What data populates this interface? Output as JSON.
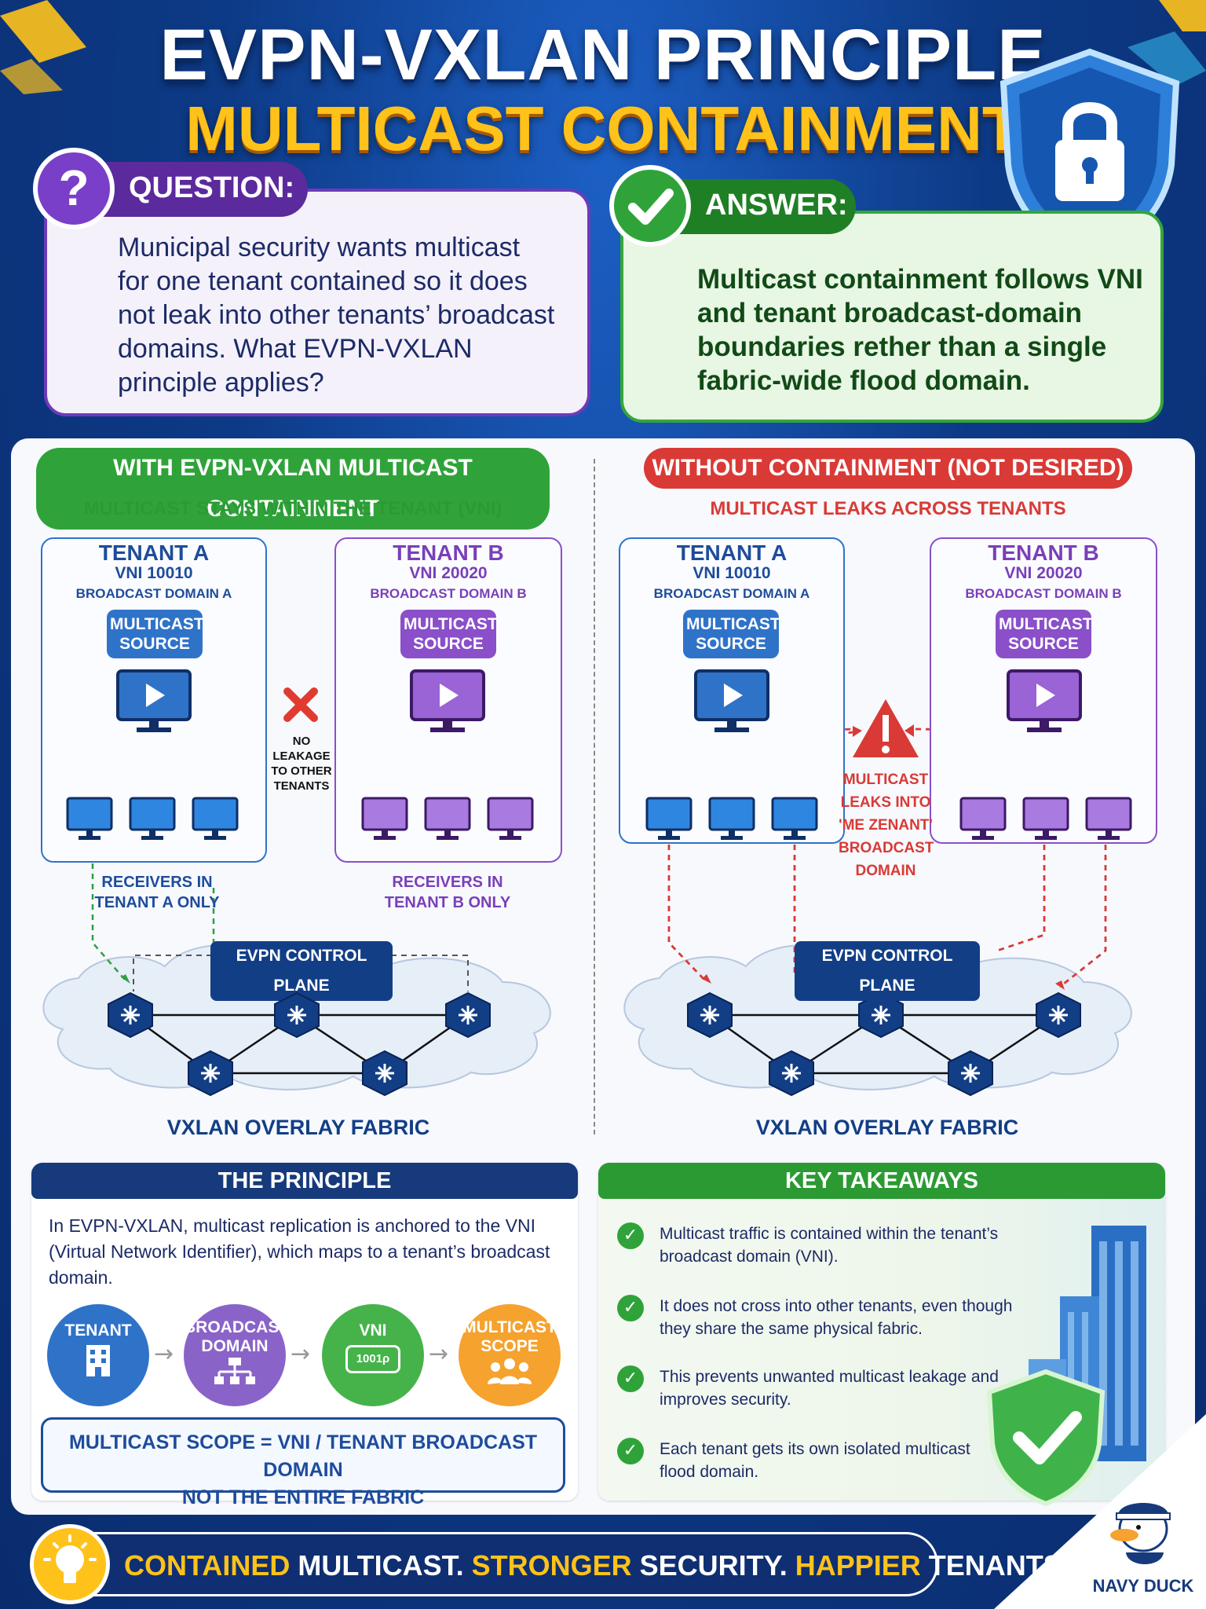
{
  "header": {
    "title": "EVPN-VXLAN PRINCIPLE",
    "subtitle": "MULTICAST CONTAINMENT"
  },
  "question": {
    "label": "QUESTION:",
    "icon": "question-mark-icon",
    "text": "Municipal security wants multicast for one tenant contained so it does not leak into other tenants’ broadcast domains. What EVPN-VXLAN principle applies?"
  },
  "answer": {
    "label": "ANSWER:",
    "icon": "checkmark-icon",
    "text": "Multicast containment follows VNI and tenant broadcast-domain boundaries rether than a single fabric-wide flood domain."
  },
  "with": {
    "title": "WITH EVPN-VXLAN MULTICAST CONTAINMENT",
    "subtitle": "MULTICAST STAYS WITHIN THE TENANT (VNI)",
    "tenant_a": {
      "name": "TENANT A",
      "vni": "VNI 10010",
      "bd": "BROADCAST DOMAIN A",
      "source": "MULTICAST SOURCE"
    },
    "tenant_b": {
      "name": "TENANT B",
      "vni": "VNI 20020",
      "bd": "BROADCAST DOMAIN B",
      "source": "MULTICAST SOURCE"
    },
    "no_leak": "NO LEAKAGE TO OTHER TENANTS",
    "recv_a": "RECEIVERS IN TENANT A ONLY",
    "recv_b": "RECEIVERS IN TENANT B ONLY",
    "control_plane": "EVPN CONTROL PLANE",
    "fabric": "VXLAN OVERLAY FABRIC"
  },
  "without": {
    "title": "WITHOUT CONTAINMENT (NOT DESIRED)",
    "subtitle": "MULTICAST LEAKS ACROSS TENANTS",
    "tenant_a": {
      "name": "TENANT A",
      "vni": "VNI 10010",
      "bd": "BROADCAST DOMAIN A",
      "source": "MULTICAST SOURCE"
    },
    "tenant_b": {
      "name": "TENANT B",
      "vni": "VNI 20020",
      "bd": "BROADCAST DOMAIN B",
      "source": "MULTICAST SOURCE"
    },
    "leak": "MULTICAST LEAKS INTO 'ME ZENANT' BROADCAST DOMAIN",
    "control_plane": "EVPN CONTROL PLANE",
    "fabric": "VXLAN OVERLAY FABRIC"
  },
  "principle": {
    "title": "THE PRINCIPLE",
    "text": "In EVPN-VXLAN, multicast replication is anchored to the VNI (Virtual Network Identifier), which maps to a tenant’s broadcast domain.",
    "flow": [
      {
        "label": "TENANT",
        "icon": "building-icon",
        "color": "#2f73c9"
      },
      {
        "label": "BROADCAST DOMAIN",
        "icon": "network-tree-icon",
        "color": "#8a63c9"
      },
      {
        "label": "VNI",
        "icon": "vni-tag-icon",
        "tag": "1001ρ",
        "color": "#46b34a"
      },
      {
        "label": "MULTICAST SCOPE",
        "icon": "users-group-icon",
        "color": "#f5a22e"
      }
    ],
    "scope_line1": "MULTICAST SCOPE = VNI / TENANT BROADCAST DOMAIN",
    "scope_line2": "NOT THE ENTIRE FABRIC"
  },
  "takeaways": {
    "title": "KEY TAKEAWAYS",
    "items": [
      "Multicast traffic is contained within the tenant’s broadcast domain (VNI).",
      "It does not cross into other tenants, even though they share the same physical fabric.",
      "This prevents unwanted multicast leakage and improves security.",
      "Each tenant gets its own isolated multicast flood domain."
    ]
  },
  "footer": {
    "w1": "CONTAINED",
    "w2": " MULTICAST. ",
    "w3": "STRONGER",
    "w4": " SECURITY. ",
    "w5": "HAPPIER",
    "w6": " TENANTS.",
    "brand": "NAVY DUCK"
  },
  "colors": {
    "green": "#34a63a",
    "purple": "#6d3bb8",
    "blue": "#2f73c9",
    "red": "#d93a36",
    "navy": "#123e86",
    "gold": "#ffc21a"
  }
}
